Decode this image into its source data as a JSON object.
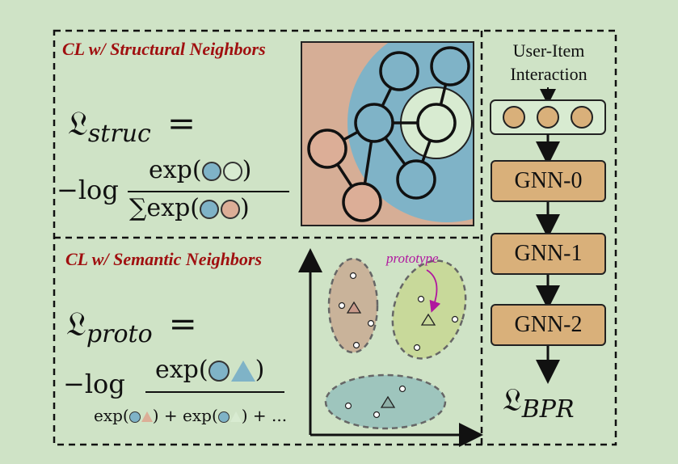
{
  "panels": {
    "structural": {
      "title": "CL w/ Structural Neighbors",
      "loss_symbol": "𝔏",
      "loss_sub": "struc",
      "equals": "=",
      "neg_log": "−log",
      "num_text": "exp(",
      "num_close": ")",
      "den_sum": "∑",
      "den_text": "exp(",
      "den_close": ")"
    },
    "semantic": {
      "title": "CL w/ Semantic Neighbors",
      "loss_symbol": "𝔏",
      "loss_sub": "proto",
      "equals": "=",
      "neg_log": "−log",
      "num_text": "exp(",
      "num_close": ")",
      "den_part1": "exp(",
      "den_part1_close": ")",
      "den_plus1": " + exp(",
      "den_part2_close": ")",
      "den_plus2": " + ...",
      "prototype_label": "prototype"
    },
    "pipeline": {
      "input_label_line1": "User-Item",
      "input_label_line2": "Interaction",
      "layers": [
        "GNN-0",
        "GNN-1",
        "GNN-2"
      ],
      "loss_symbol": "𝔏",
      "loss_sub": "BPR"
    }
  },
  "colors": {
    "background": "#cfe3c6",
    "title_red": "#a01010",
    "user_node": "#dcae97",
    "item_node": "#7fb3c7",
    "highlight_node": "#d8ebd1",
    "gnn_box": "#d9b07a",
    "cluster_tan": "#c9b39a",
    "cluster_green": "#c8d99a",
    "cluster_teal": "#9ec5bd",
    "prototype_magenta": "#b0179f"
  }
}
